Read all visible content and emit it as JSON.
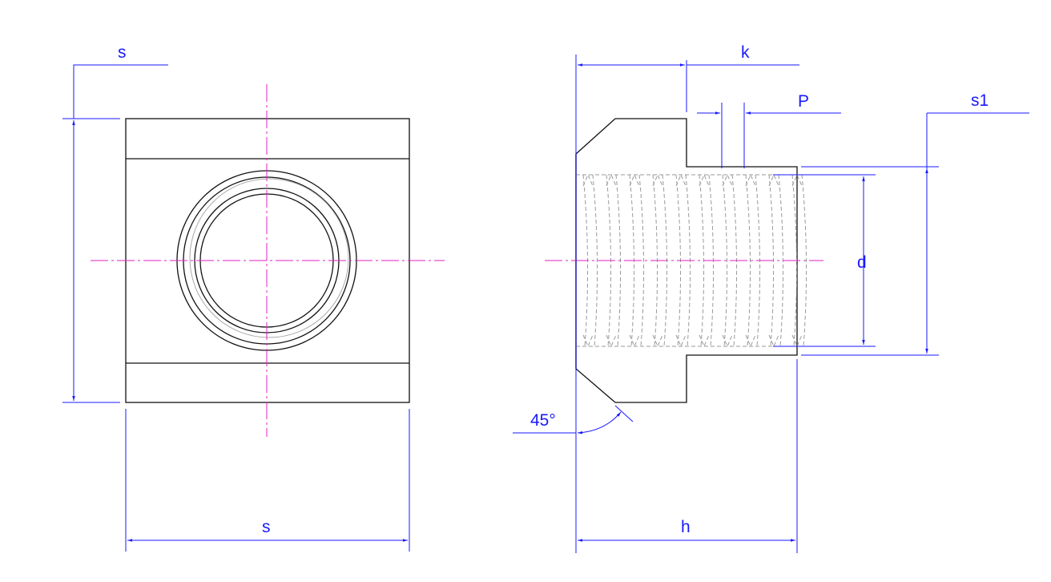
{
  "labels": {
    "front_top_s": "s",
    "front_bottom_s": "s",
    "side_k": "k",
    "side_p": "P",
    "side_s1": "s1",
    "side_d": "d",
    "side_angle": "45°",
    "side_h": "h"
  },
  "colors": {
    "dimension": "#1a1aff",
    "centerline": "#e020c0",
    "outline": "#111111",
    "thread": "#999999"
  }
}
